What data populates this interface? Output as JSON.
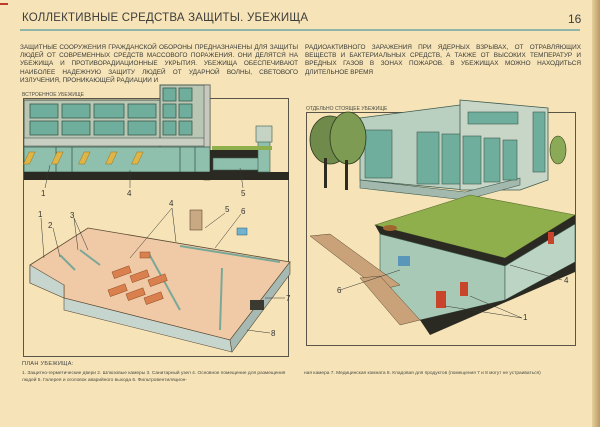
{
  "header": {
    "title": "КОЛЛЕКТИВНЫЕ СРЕДСТВА ЗАЩИТЫ. УБЕЖИЩА",
    "page_number": "16"
  },
  "intro": {
    "left": "ЗАЩИТНЫЕ СООРУЖЕНИЯ ГРАЖДАНСКОЙ ОБОРОНЫ ПРЕДНАЗНАЧЕНЫ ДЛЯ ЗАЩИТЫ ЛЮДЕЙ ОТ СОВРЕМЕННЫХ СРЕДСТВ МАССОВОГО ПОРАЖЕНИЯ. ОНИ ДЕЛЯТСЯ НА УБЕЖИЩА И ПРОТИВОРАДИАЦИОННЫЕ УКРЫТИЯ. УБЕЖИЩА ОБЕСПЕЧИВАЮТ НАИБОЛЕЕ НАДЕЖНУЮ ЗАЩИТУ ЛЮДЕЙ ОТ УДАРНОЙ ВОЛНЫ, СВЕТОВОГО ИЗЛУЧЕНИЯ, ПРОНИКАЮЩЕЙ РАДИАЦИИ И",
    "right": "РАДИОАКТИВНОГО ЗАРАЖЕНИЯ ПРИ ЯДЕРНЫХ ВЗРЫВАХ, ОТ ОТРАВЛЯЮЩИХ ВЕЩЕСТВ И БАКТЕРИАЛЬНЫХ СРЕДСТВ, А ТАКЖЕ ОТ ВЫСОКИХ ТЕМПЕРАТУР И ВРЕДНЫХ ГАЗОВ В ЗОНАХ ПОЖАРОВ. В УБЕЖИЩАХ МОЖНО НАХОДИТЬСЯ ДЛИТЕЛЬНОЕ ВРЕМЯ"
  },
  "panels": {
    "built_in": {
      "label": "ВСТРОЕННОЕ УБЕЖИЩЕ",
      "section_callouts": [
        "1",
        "4",
        "5"
      ],
      "plan_callouts": [
        "1",
        "2",
        "3",
        "4",
        "5",
        "6",
        "7",
        "8"
      ]
    },
    "freestanding": {
      "label": "ОТДЕЛЬНО СТОЯЩЕЕ УБЕЖИЩЕ",
      "callouts": [
        "6",
        "4",
        "1"
      ]
    }
  },
  "plan": {
    "heading": "ПЛАН УБЕЖИЩА:",
    "legend_left": "1. Защитно-герметические двери 2. Шлюзовые камеры 3. Санитарный узел 4. Основное помещение для размещения людей 5. Галерея и оголовок аварийного выхода 6. Фильтровентиляцион-",
    "legend_right": "ная камера 7. Медицинская комната 8. Кладовая для продуктов (помещения 7 и 8 могут не устраиваться)"
  },
  "colors": {
    "paper": "#f6e4b8",
    "glass": "#6fae9c",
    "floor": "#f0c9a6",
    "benches": "#d9804e",
    "earth": "#2b2a22",
    "grass": "#8fae4c",
    "doors": "#c8442a",
    "rule": "#8fb5a8"
  }
}
